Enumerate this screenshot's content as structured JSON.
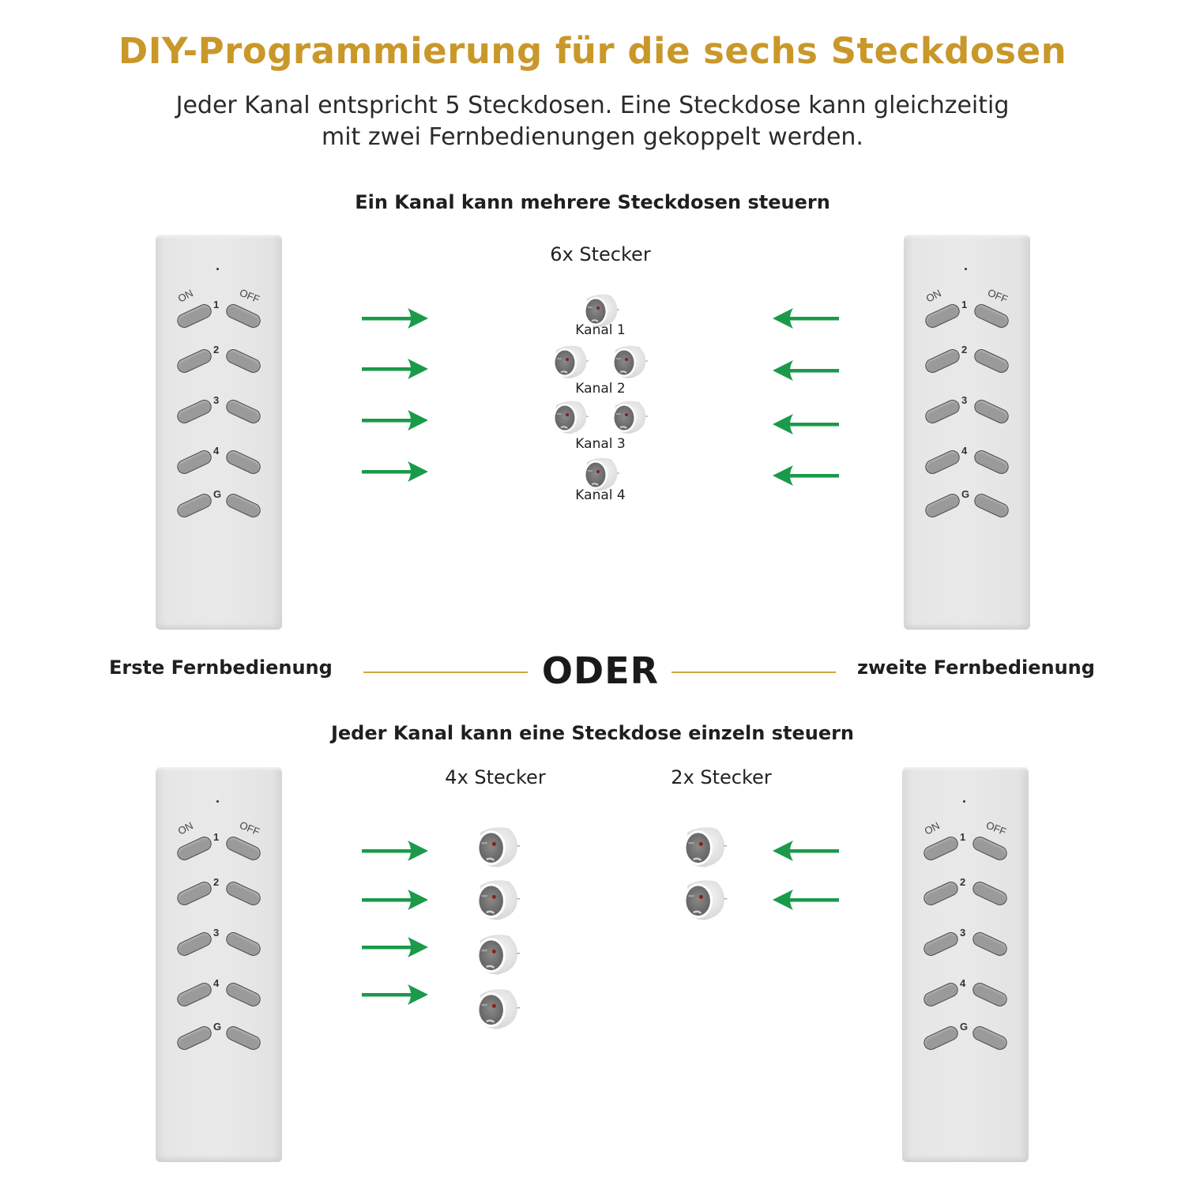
{
  "header": {
    "title": "DIY-Programmierung für die sechs Steckdosen",
    "subtitle_line1": "Jeder Kanal entspricht 5 Steckdosen. Eine Steckdose kann gleichzeitig",
    "subtitle_line2": "mit zwei Fernbedienungen gekoppelt werden."
  },
  "colors": {
    "title_gold": "#c9982a",
    "divider_gold": "#d1a640",
    "arrow_green": "#1a9a4a",
    "remote_body": "#e6e6e6",
    "remote_button": "#9a9a9a"
  },
  "section_top": {
    "heading": "Ein Kanal kann mehrere Steckdosen steuern",
    "plugs_label": "6x Stecker",
    "channels": [
      {
        "label": "Kanal 1",
        "plug_count": 1
      },
      {
        "label": "Kanal 2",
        "plug_count": 2
      },
      {
        "label": "Kanal 3",
        "plug_count": 2
      },
      {
        "label": "Kanal 4",
        "plug_count": 1
      }
    ],
    "left_arrows": 4,
    "right_arrows": 4
  },
  "divider": {
    "left_label": "Erste Fernbedienung",
    "center_label": "ODER",
    "right_label": "zweite Fernbedienung"
  },
  "section_bottom": {
    "heading": "Jeder Kanal kann eine Steckdose einzeln steuern",
    "left_group": {
      "label": "4x Stecker",
      "plug_count": 4,
      "arrows": 4
    },
    "right_group": {
      "label": "2x Stecker",
      "plug_count": 2,
      "arrows": 2
    }
  },
  "remote": {
    "on_label": "ON",
    "off_label": "OFF",
    "rows": [
      "1",
      "2",
      "3",
      "4",
      "G"
    ]
  }
}
